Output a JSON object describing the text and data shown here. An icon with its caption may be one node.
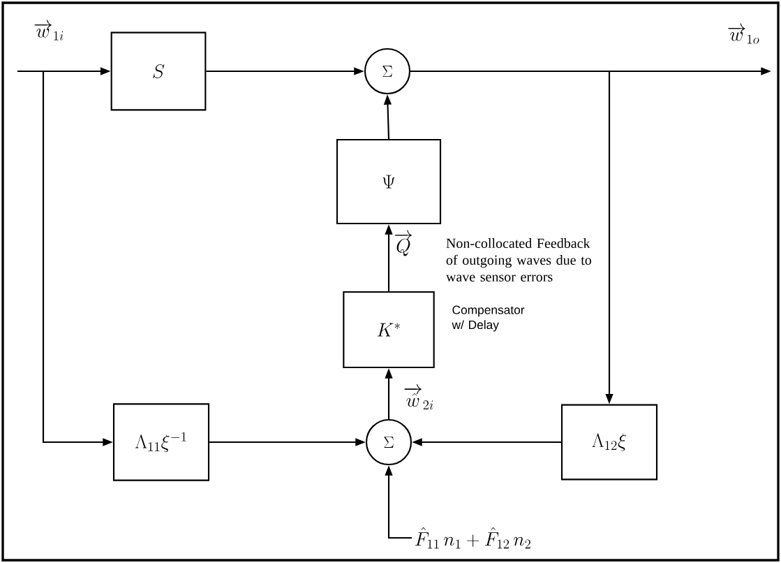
{
  "diagram": {
    "nodes": [
      {
        "text": [
          "S"
        ]
      },
      {
        "text": [
          "\\Sigma"
        ]
      },
      {
        "text": [
          "\\Psi"
        ]
      },
      {
        "text": [
          "K^{*}"
        ],
        "beside": [
          "Compensator w/ Delay"
        ]
      },
      {
        "text": [
          "\\Lambda_{11}\\xi^{-1}"
        ]
      },
      {
        "text": [
          "\\Sigma"
        ]
      },
      {
        "text": [
          "\\Lambda_{12}\\xi"
        ]
      },
      {
        "text": [
          "\\hat{F}_{11}\\, n_{1} + \\hat{F}_{12}\\, n_{2}"
        ]
      }
    ],
    "edges": [
      {
        "from": null,
        "to": 0,
        "arrow": "to",
        "label": "\\overrightarrow{w}_{1i}"
      },
      {
        "from": null,
        "to": 4,
        "arrow": "to"
      },
      {
        "from": 0,
        "to": 1,
        "arrow": "to"
      },
      {
        "from": 2,
        "to": 1,
        "arrow": "to"
      },
      {
        "from": 1,
        "to": null,
        "arrow": "to",
        "label": "\\overrightarrow{w}_{1o}"
      },
      {
        "from": 1,
        "to": 6,
        "arrow": "to"
      },
      {
        "from": 3,
        "to": 2,
        "arrow": "to",
        "label": "\\overrightarrow{Q}"
      },
      {
        "from": 5,
        "to": 3,
        "arrow": "to",
        "label": "\\overrightarrow{\\hat{w}}_{2i}"
      },
      {
        "from": 4,
        "to": 5,
        "arrow": "to"
      },
      {
        "from": 6,
        "to": 5,
        "arrow": "to"
      },
      {
        "from": 7,
        "to": 5,
        "arrow": "to"
      }
    ],
    "labels": [
      "Non-collocated Feedback of outgoing waves due to wave sensor errors"
    ]
  }
}
